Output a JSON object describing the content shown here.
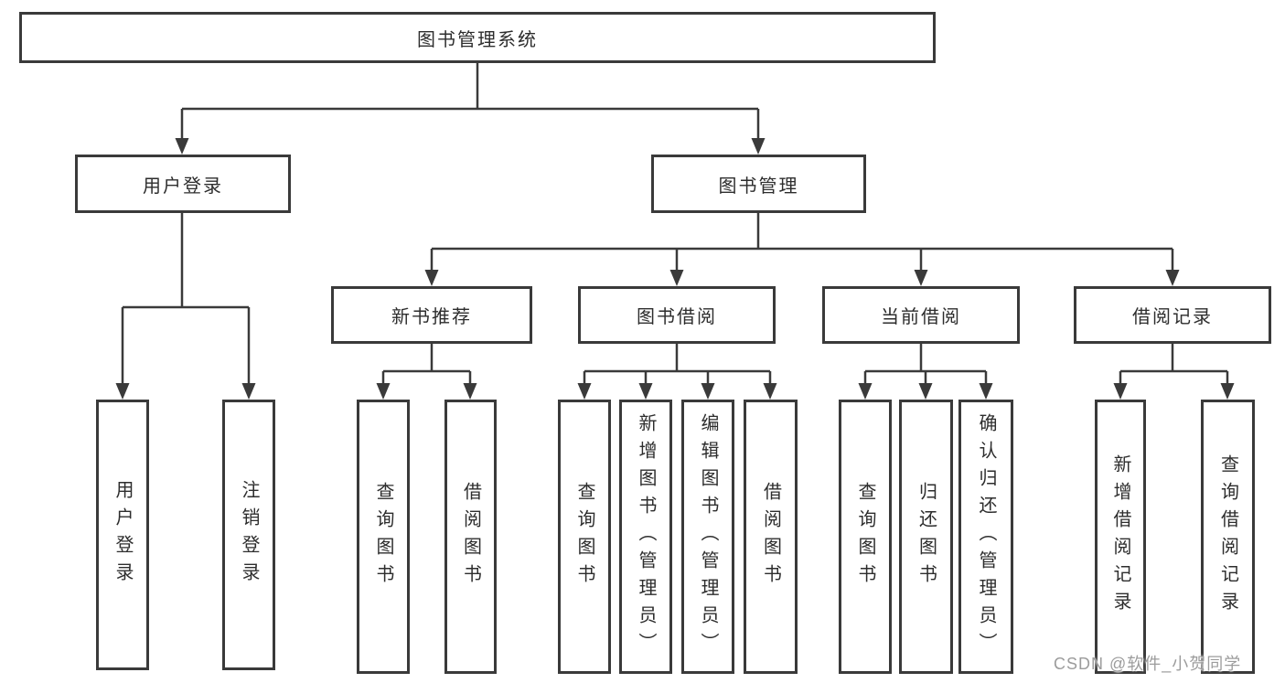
{
  "diagram": {
    "root": {
      "label": "图书管理系统"
    },
    "level2": [
      {
        "label": "用户登录"
      },
      {
        "label": "图书管理"
      }
    ],
    "level3": [
      {
        "label": "新书推荐"
      },
      {
        "label": "图书借阅"
      },
      {
        "label": "当前借阅"
      },
      {
        "label": "借阅记录"
      }
    ],
    "level4": {
      "user_login": [
        {
          "label": "用户登录"
        },
        {
          "label": "注销登录"
        }
      ],
      "new_book": [
        {
          "label": "查询图书"
        },
        {
          "label": "借阅图书"
        }
      ],
      "book_borrow": [
        {
          "label": "查询图书"
        },
        {
          "label": "新增图书（管理员）"
        },
        {
          "label": "编辑图书（管理员）"
        },
        {
          "label": "借阅图书"
        }
      ],
      "current_borrow": [
        {
          "label": "查询图书"
        },
        {
          "label": "归还图书"
        },
        {
          "label": "确认归还（管理员）"
        }
      ],
      "borrow_record": [
        {
          "label": "新增借阅记录"
        },
        {
          "label": "查询借阅记录"
        }
      ]
    },
    "watermark": "CSDN @软件_小贺同学",
    "colors": {
      "line": "#3a3a3a",
      "text": "#2d2d2d",
      "watermark": "#9c9c9c",
      "bg": "#ffffff"
    }
  }
}
